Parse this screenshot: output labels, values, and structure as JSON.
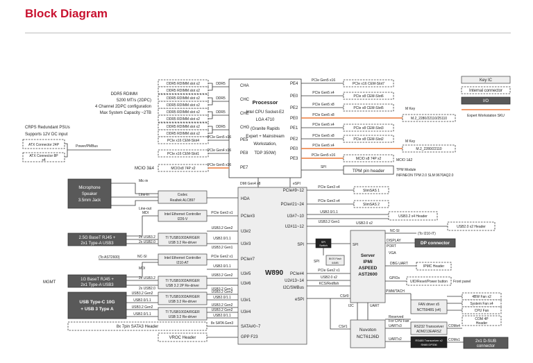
{
  "title": "Block Diagram",
  "legend": {
    "key_ic": "Key IC",
    "internal_connector": "Internal connector",
    "io": "I/O",
    "expert_sku": "Expert Workstation SKU"
  },
  "processor": {
    "title": "Processor",
    "line1": "Intel CPU Socket-E2",
    "line2": "LGA 4710",
    "line3": "(Granite Rapids",
    "line4": "Expert + Mainstream",
    "line5": "Workstation,",
    "line6": "TDP 350W)"
  },
  "memory": {
    "desc1": "DDR5 RDIMM",
    "desc2": "5200 MT/s (2DPC)",
    "desc3": "4 Channel 2DPC configuration",
    "desc4": "Max System Capacity ~2TB",
    "slot_label": "DDR5 RDIMM slot x2",
    "bus_label": "DDR5",
    "channels": [
      "CHA",
      "CHC",
      "CHE",
      "CHG"
    ]
  },
  "psu": {
    "title1": "CRPS Redundant PSUs",
    "title2": "Supports 12V DC input",
    "atx24": "ATX Connector 24P",
    "atx8a": "ATX Connector 8P",
    "atx8b": "x4",
    "bus": "Power/PMBus"
  },
  "cpu_left": {
    "slot4": "PCIe x16 CEM-Slot4",
    "slot1": "PCIe x16 CEM-Slot1",
    "mcio": "MCIOx8 74P x2",
    "mcio_label": "MCIO 3&4",
    "bus_slot4": "PCIe Gen5 x16",
    "bus_slot1": "PCIe Gen4 x16",
    "bus_mcio": "PCIe Gen5 x16",
    "ports": {
      "pe5": "PE5",
      "pe8": "PE8",
      "pe7": "PE7"
    }
  },
  "cpu_right": {
    "ports": [
      "PE4",
      "PE0",
      "PE2",
      "PE0",
      "PE1",
      "PE2",
      "PE0",
      "PE3"
    ],
    "buses": [
      "PCIe Gen5 x16",
      "PCIe Gen5 x4",
      "PCIe Gen5 x8",
      "PCIe Gen5 x8",
      "PCIe Gen5 x4",
      "PCIe Gen5 x8",
      "PCIe Gen5 x4",
      "PCIe Gen5 x16"
    ],
    "slots": [
      "PCIe x16 CEM-Slot7",
      "PCIe x8 CEM-Slot6",
      "PCIe x8 CEM-Slot5",
      "PCIe x8 CEM-Slot3",
      "PCIe x8 CEM-Slot2",
      "MCIO x8 74P x2"
    ],
    "mkey1": "M Key",
    "m2_1": "M.2_2280/22110/25110",
    "mkey2": "M Key",
    "m2_2": "M.2_2280/22110",
    "mcio12": "MCIO 1&2",
    "spi": "SPI",
    "tpm": "TPM pin header",
    "tpm_mod1": "TPM Module",
    "tpm_mod2": "INFINEON TPM 2.0 SLM 9670AQ2.0"
  },
  "links": {
    "dmi": "DMI Gen4 x8",
    "espi_top": "eSPI"
  },
  "pch": {
    "name": "W890",
    "left_ports": [
      "HDA",
      "PCIe#3",
      "U3#2",
      "U3#3",
      "PCIe#7",
      "U3#5",
      "U3#6",
      "U3#1",
      "U3#4",
      "SATA#0~7",
      "GPP F23"
    ],
    "right_ports": [
      "PCIe#9~12",
      "PCIe#21~24",
      "U3#7~10",
      "U2#11~12",
      "SPI",
      "PCIe#4",
      "U2#13~14",
      "I2C/SMBus",
      "eSPI"
    ]
  },
  "audio": {
    "codec1": "Codec",
    "codec2": "Realtek ALC897",
    "spk1": "Microphone",
    "spk2": "Speaker",
    "spk3": "3.5mm Jack",
    "mic": "Mic-in",
    "line_in": "Line-in",
    "line_out": "Line-out"
  },
  "lan1": {
    "ctrl1": "Intel Ethernet Controller",
    "ctrl2": "I226-V",
    "mdi": "MDI",
    "bus": "PCIe Gen3 x1",
    "rj1": "2.5G BaseT RJ45 +",
    "rj2": "2x1 Type-A  USB3",
    "usb": "2x USB3.2",
    "usb2": "2x USB2.0"
  },
  "redriver1": {
    "name1": "TI TUSB1002A/RGER",
    "name2": "USB 3.2 Re-driver",
    "bus1": "USB3.2 Gen2",
    "bus2": "USB2.0/1.1",
    "bus3": "USB3.2 Gen1"
  },
  "lan2": {
    "ctrl1": "Intel Ethernet Controller",
    "ctrl2": "I210-AT",
    "to_ast": "(To AST2600)",
    "ncsi": "NC-SI",
    "mdi": "MDI",
    "bus": "PCIe Gen2 x1",
    "mgmt": "MGMT",
    "rj1": "1G BaseT RJ45 +",
    "rj2": "2x1 Type-A  USB3",
    "usb": "2x USB3.2",
    "usb2": "2x USB2.0"
  },
  "redriver2": {
    "name1": "TI TUSB1002A/RGER",
    "name2": "USB 3.2 2P Re-driver",
    "bus1": "USB2.0/1.1",
    "bus2": "USB3.2 Gen2",
    "bus3": "USB3.2 Gen1"
  },
  "redriver3": {
    "name1": "TI TUSB1002A/RGER",
    "name2": "USB 3.2 Re-driver",
    "bus1": "USB3.2 Gen2",
    "bus2": "USB2.0/1.1",
    "bus3": "USB3.2 Gen2"
  },
  "redriver4": {
    "name1": "TI TUSB1002A/RGER",
    "name2": "USB 3.2 Re-driver",
    "bus1": "USB3.2 Gen2",
    "bus2": "USB2.0/1.1"
  },
  "usbc": {
    "label1": "USB Type-C 10G",
    "label2": "+ USB 3 Type A",
    "l1": "USB3.2 Gen2",
    "l2": "USB2.0/1.1",
    "l3": "USB3.2 Gen2",
    "l4": "USB2.0/1.1"
  },
  "sata": {
    "header": "8x 7pin SATA3 Header",
    "bus": "8x SATA Gen3"
  },
  "vroc": "VROC Header",
  "pch_right": {
    "slimsas1": "SlimSAS 1",
    "slimsas2": "SlimSAS 2",
    "bus1": "PCIe Gen3 x4",
    "bus2": "PCIe Gen3 x4",
    "usb_bus1": "USB2.0/1.1",
    "usb_bus2": "USB3.2 Gen1",
    "usb_hdr1": "USB3.2 x4 Header",
    "usb_bus3": "USB2.0 x2",
    "usb_hdr2": "USB2.0 x2 Header",
    "spi_switch1": "SPI",
    "spi_switch2": "Switch",
    "bios1": "BIOS Flash",
    "bios2": "64MB",
    "spi_label": "SPI",
    "bus_pcie": "PCIe Gen2 x1",
    "bus_usb": "USB2.0 x2",
    "kcs": "KCS/Redfish"
  },
  "bmc": {
    "name1": "Server",
    "name2": "IPMI",
    "name3": "ASPEED",
    "name4": "AST2600",
    "spi": "SPI",
    "i2c": "I2C",
    "uart": "UART",
    "ncsi": "NC-SI",
    "to_i210": "(To I210-IT)",
    "display": "DISPLAY",
    "port": "PORT",
    "dp": "DP connector",
    "vga": "VGA",
    "dbg": "DBG UART",
    "ipmc": "IPMC Header",
    "gpio": "GPIOs",
    "uid": "UID/Reset/Power button",
    "front": "Front panel",
    "pwm": "PWM/TACH",
    "cs0": "CS#0",
    "cs1": "CS#1"
  },
  "fan": {
    "name1": "FAN driver x5",
    "name2": "NCT5948S (x4)",
    "fans": [
      "4BW Fan x2",
      "System Fan x4",
      "CPU Fan"
    ],
    "header1": "COM 4P",
    "header2": "Header",
    "reserved1": "Reserved",
    "reserved2": "For CPU Fan"
  },
  "nuvoton": {
    "name1": "Nuvoton",
    "name2": "NCT6126D"
  },
  "serial": {
    "uart3": "UARTx3",
    "uart2": "UARTx2",
    "rs232_1": "RS232 Transceiver",
    "rs232_2": "ADM213EARSZ",
    "rs485_1": "RS485 Transceiver x2",
    "rs485_2": "SN65 DP336",
    "com4": "COMx4",
    "com1": "COMx1",
    "dsub1": "2x1 D-SUB",
    "dsub2": "connector"
  }
}
